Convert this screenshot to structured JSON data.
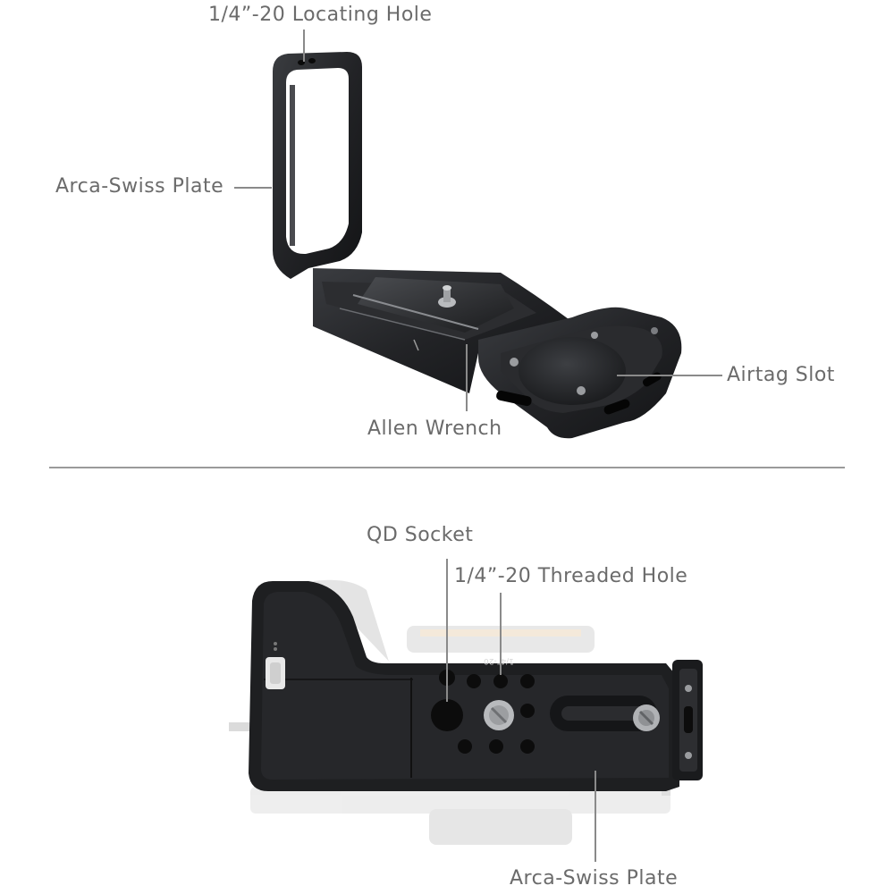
{
  "top_section": {
    "callouts": {
      "locating_hole": "1/4”-20 Locating  Hole",
      "arca_plate": "Arca-Swiss Plate",
      "airtag_slot": "Airtag Slot",
      "allen_wrench": "Allen Wrench"
    }
  },
  "bottom_section": {
    "callouts": {
      "qd_socket": "QD Socket",
      "threaded_hole": "1/4”-20 Threaded Hole",
      "arca_plate": "Arca-Swiss Plate"
    },
    "engraving": "1/4”-20"
  },
  "colors": {
    "label_text": "#6b6b6b",
    "bracket_dark": "#1e1f21",
    "camera_silhouette": "#dcdcdc"
  }
}
